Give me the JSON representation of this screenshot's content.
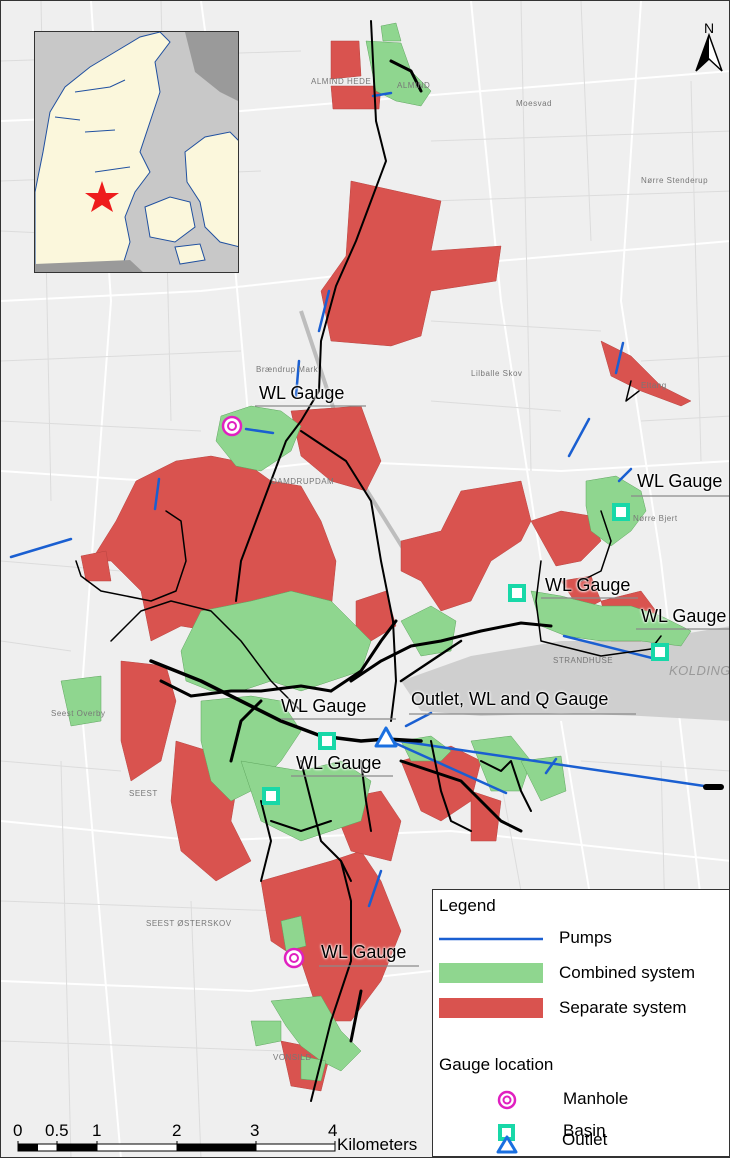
{
  "gauge_labels": [
    {
      "text": "WL Gauge"
    },
    {
      "text": "WL Gauge"
    },
    {
      "text": "WL Gauge"
    },
    {
      "text": "WL Gauge"
    },
    {
      "text": "WL Gauge"
    },
    {
      "text": "Outlet, WL and Q Gauge"
    },
    {
      "text": "WL Gauge"
    },
    {
      "text": "WL Gauge"
    }
  ],
  "place_names": [
    "ALMIND HEDE",
    "ALMIND",
    "DAMDRUPDAM",
    "Brændrup Mark",
    "Lilballe Skov",
    "Nørre Bjert",
    "Eltang",
    "STRANDHUSE",
    "KOLDING",
    "SEEST",
    "Seest Overby",
    "SEEST ØSTERSKOV",
    "VONSILD",
    "Moesvad",
    "Nørre Stenderup"
  ],
  "legend": {
    "title": "Legend",
    "items": [
      {
        "label": "Pumps",
        "symbol": "pumps-line",
        "color": "#1a5fd1"
      },
      {
        "label": "Combined system",
        "symbol": "combined-fill",
        "color": "#8fd68f"
      },
      {
        "label": "Separate system",
        "symbol": "separate-fill",
        "color": "#d9534f"
      }
    ],
    "gauge_title": "Gauge location",
    "gauges": [
      {
        "label": "Manhole",
        "symbol": "manhole-icon",
        "color": "#e020c0"
      },
      {
        "label": "Basin",
        "symbol": "basin-icon",
        "color": "#18d8a8"
      },
      {
        "label": "Outlet",
        "symbol": "outlet-icon",
        "color": "#1a6fe0"
      }
    ]
  },
  "scale": {
    "ticks": [
      "0",
      "0.5",
      "1",
      "2",
      "3",
      "4"
    ],
    "unit": "Kilometers"
  },
  "north_label": "N",
  "colors": {
    "separate": "#d9534f",
    "combined": "#8fd68f",
    "pumps": "#1a5fd1",
    "sewer": "#000000",
    "base": "#efefef",
    "road": "#ffffff",
    "water": "#cfcfcf",
    "inset_land": "#fbf7dc",
    "inset_water": "#c8c8c8",
    "inset_star": "#ee1c1c"
  }
}
